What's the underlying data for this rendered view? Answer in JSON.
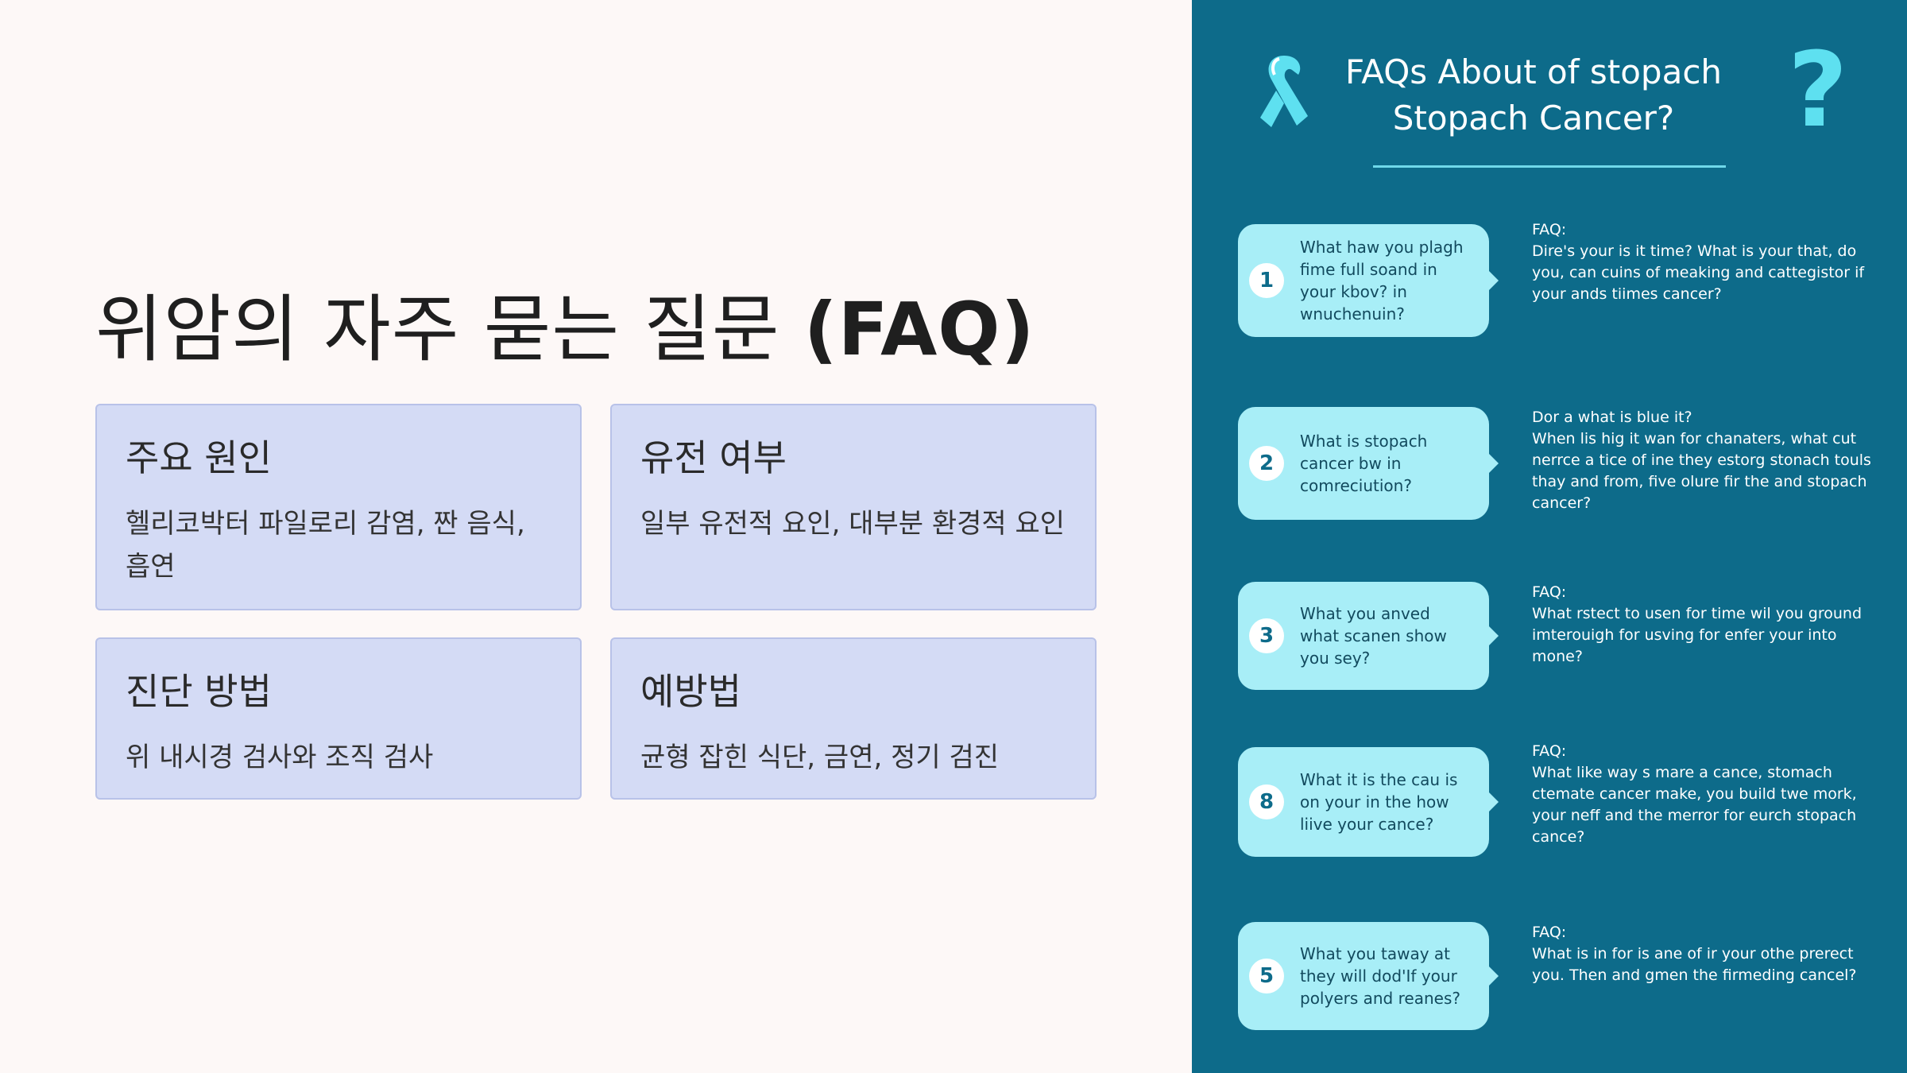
{
  "left": {
    "title_main": "위암의 자주 묻는 질문 ",
    "title_bold": "(FAQ)",
    "cards": [
      {
        "heading": "주요 원인",
        "body": "헬리코박터 파일로리 감염, 짠 음식, 흡연"
      },
      {
        "heading": "유전 여부",
        "body": "일부 유전적 요인, 대부분 환경적 요인"
      },
      {
        "heading": "진단 방법",
        "body": "위 내시경 검사와 조직 검사"
      },
      {
        "heading": "예방법",
        "body": "균형 잡힌 식단, 금연, 정기 검진"
      }
    ]
  },
  "right": {
    "title_line1": "FAQs About of stopach",
    "title_line2": "Stopach Cancer?",
    "qmark": "?",
    "ribbon_icon": "awareness-ribbon-icon",
    "accent": "#5ee0f0",
    "background": "#0d6b8a",
    "faqs": [
      {
        "num": "1",
        "question": "What haw you plagh fime full soand in your kbov? in wnuchenuin?",
        "label": "FAQ:",
        "answer": "Dire's your is it time? What is your that, do you, can cuins of meaking and cattegistor if your ands tiimes cancer?"
      },
      {
        "num": "2",
        "question": "What is stopach cancer bw in comreciution?",
        "label": "Dor a what is blue it?",
        "answer": "When lis hig it wan for chanaters, what cut nerrce a tice of ine they estorg stonach touls thay and from, five olure fir the and stopach cancer?"
      },
      {
        "num": "3",
        "question": "What you anved what scanen show you sey?",
        "label": "FAQ:",
        "answer": "What rstect to usen for time wil you ground imterouigh for usving for enfer your into mone?"
      },
      {
        "num": "8",
        "question": "What it is the cau is on your in the how liive your cance?",
        "label": "FAQ:",
        "answer": "What like way s mare a cance, stomach ctemate cancer make, you build twe mork, your neff and the merror for eurch stopach cance?"
      },
      {
        "num": "5",
        "question": "What you taway at they will dod'If your polyers and reanes?",
        "label": "FAQ:",
        "answer": "What is in for is ane of ir your othe prerect you. Then and gmen the firmeding cancel?"
      }
    ]
  }
}
